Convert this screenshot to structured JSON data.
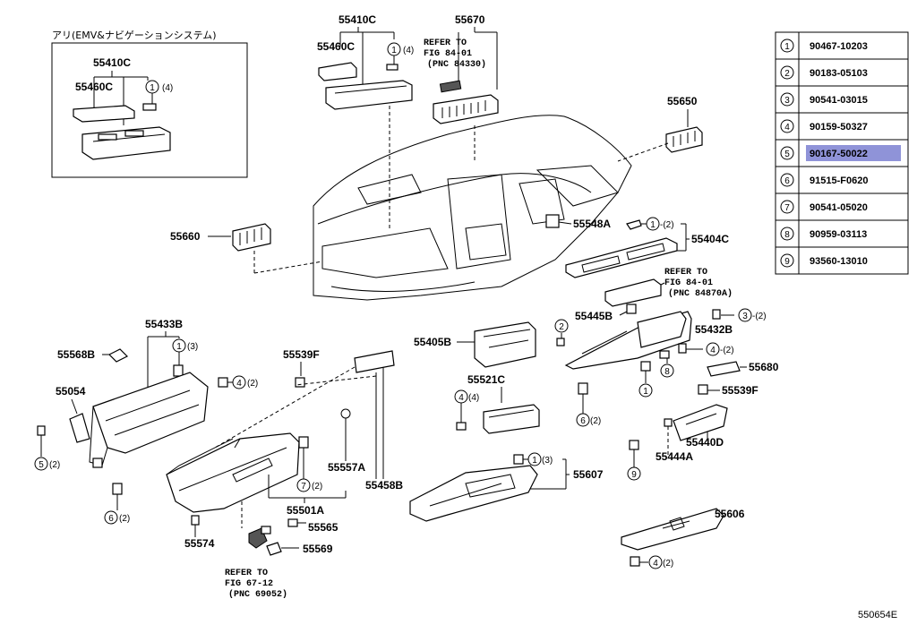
{
  "inset": {
    "title": "アリ(EMV&ナビゲーションシステム)",
    "part_top": "55410C",
    "part_left": "55460C",
    "ref": "1",
    "qty": "(4)"
  },
  "labels": {
    "p55410C": "55410C",
    "p55460C": "55460C",
    "p55670": "55670",
    "p55650": "55650",
    "p55660": "55660",
    "p55548A": "55548A",
    "p55404C": "55404C",
    "p55445B": "55445B",
    "p55432B": "55432B",
    "p55680": "55680",
    "p55539F_r": "55539F",
    "p55440D": "55440D",
    "p55444A": "55444A",
    "p55607": "55607",
    "p55606": "55606",
    "p55405B": "55405B",
    "p55521C": "55521C",
    "p55433B": "55433B",
    "p55568B": "55568B",
    "p55539F_l": "55539F",
    "p55054": "55054",
    "p55557A": "55557A",
    "p55458B": "55458B",
    "p55501A": "55501A",
    "p55565": "55565",
    "p55574": "55574",
    "p55569": "55569"
  },
  "notes": {
    "ref1": [
      "REFER TO",
      "FIG 84-01",
      "(PNC 84330)"
    ],
    "ref2": [
      "REFER TO",
      "FIG 84-01",
      "(PNC 84870A)"
    ],
    "ref3": [
      "REFER TO",
      "FIG 67-12",
      "(PNC 69052)"
    ]
  },
  "callouts": {
    "c1": {
      "n": "1",
      "q": "(4)"
    },
    "c2": {
      "n": "1",
      "q": "-(2)"
    },
    "c3": {
      "n": "3",
      "q": "-(2)"
    },
    "c4": {
      "n": "4",
      "q": "-(2)"
    },
    "c5": {
      "n": "1",
      "q": "(3)"
    },
    "c6": {
      "n": "4",
      "q": "(2)"
    },
    "c7": {
      "n": "5",
      "q": "(2)"
    },
    "c8": {
      "n": "6",
      "q": "(2)"
    },
    "c9": {
      "n": "4",
      "q": "(4)"
    },
    "c10": {
      "n": "7",
      "q": "(2)"
    },
    "c11": {
      "n": "1",
      "q": "(3)"
    },
    "c12": {
      "n": "4",
      "q": "(2)"
    },
    "c13": {
      "n": "6",
      "q": "(2)"
    },
    "c14": {
      "n": "2",
      "q": ""
    },
    "c15": {
      "n": "8",
      "q": ""
    },
    "c16": {
      "n": "1",
      "q": ""
    },
    "c17": {
      "n": "9",
      "q": ""
    }
  },
  "legend": [
    {
      "n": "1",
      "part": "90467-10203"
    },
    {
      "n": "2",
      "part": "90183-05103"
    },
    {
      "n": "3",
      "part": "90541-03015"
    },
    {
      "n": "4",
      "part": "90159-50327"
    },
    {
      "n": "5",
      "part": "90167-50022",
      "highlight": true
    },
    {
      "n": "6",
      "part": "91515-F0620"
    },
    {
      "n": "7",
      "part": "90541-05020"
    },
    {
      "n": "8",
      "part": "90959-03113"
    },
    {
      "n": "9",
      "part": "93560-13010"
    }
  ],
  "figure_code": "550654E",
  "colors": {
    "highlight": "#8f93d8"
  }
}
